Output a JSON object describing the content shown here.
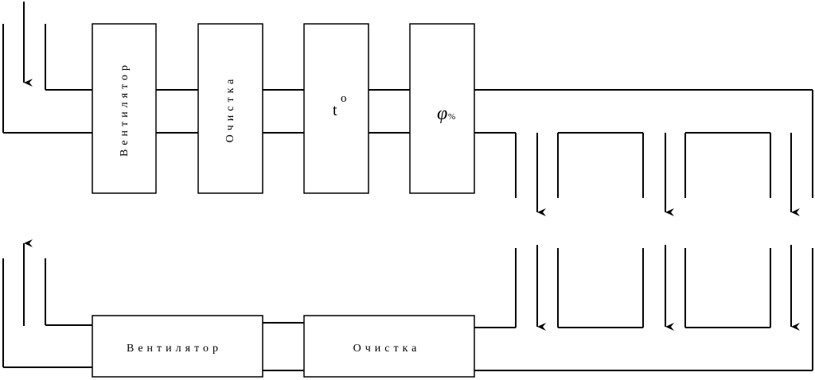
{
  "supply": {
    "blocks": [
      {
        "id": "fan",
        "label": "Вентилятор"
      },
      {
        "id": "filter",
        "label": "Очистка"
      },
      {
        "id": "temp",
        "label": "t",
        "superscript": "o"
      },
      {
        "id": "humid",
        "label": "φ",
        "subscript": "%"
      }
    ]
  },
  "exhaust": {
    "blocks": [
      {
        "id": "fan",
        "label": "Вентилятор"
      },
      {
        "id": "filter",
        "label": "Очистка"
      }
    ]
  }
}
